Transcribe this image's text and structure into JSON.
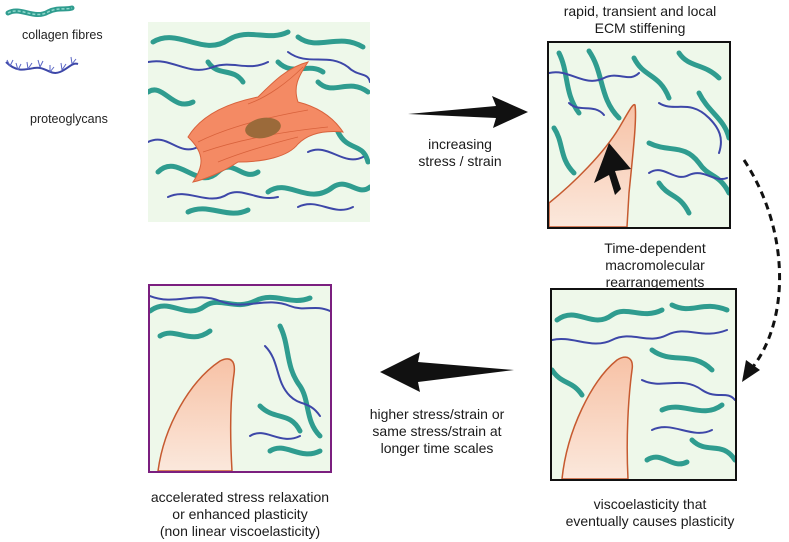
{
  "legend": {
    "collagen_label": "collagen fibres",
    "proteoglycan_label": "proteoglycans"
  },
  "steps": {
    "step1_label_line1": "increasing",
    "step1_label_line2": "stress / strain",
    "panel2_title_line1": "rapid, transient and local",
    "panel2_title_line2": "ECM stiffening",
    "step2_label_line1": "Time-dependent",
    "step2_label_line2": "macromolecular rearrangements",
    "panel3_caption_line1": "viscoelasticity that",
    "panel3_caption_line2": "eventually causes plasticity",
    "step3_label_line1": "higher stress/strain or",
    "step3_label_line2": "same stress/strain at",
    "step3_label_line3": "longer time scales",
    "panel4_caption_line1": "accelerated stress relaxation",
    "panel4_caption_line2": "or enhanced plasticity",
    "panel4_caption_line3": "(non linear viscoelasticity)"
  },
  "colors": {
    "collagen": "#2f9c8f",
    "proteoglycan": "#3d47a8",
    "cell_fill": "#f48a64",
    "nucleus": "#9b6a3a",
    "panel_bg": "#eef8ea",
    "panel4_border": "#7b1f7f",
    "arrow": "#111111"
  }
}
